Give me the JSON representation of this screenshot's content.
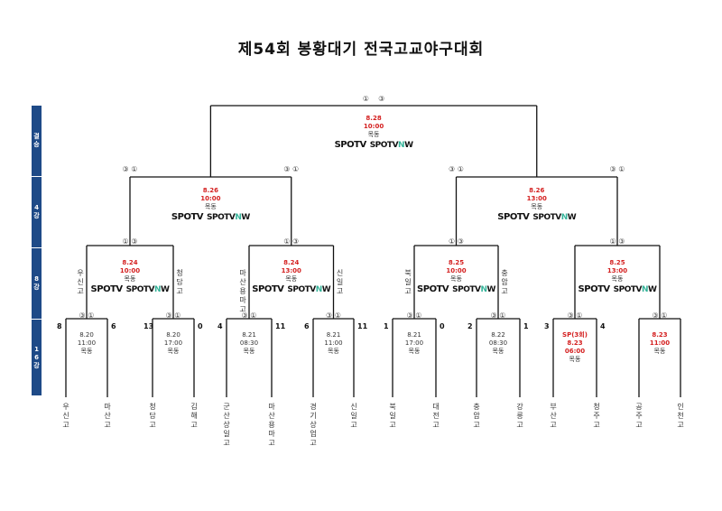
{
  "title": "제54회 봉황대기 전국고교야구대회",
  "rounds": [
    "결승",
    "4강",
    "8강",
    "16강"
  ],
  "broadcast": {
    "a": "SPOTV",
    "b1": "SPOTV",
    "b2": "N",
    "b3": "W"
  },
  "teams": [
    "우신고",
    "마산고",
    "청담고",
    "김해고",
    "군산상일고",
    "마산용마고",
    "경기상업고",
    "신일고",
    "북일고",
    "대전고",
    "충암고",
    "강릉고",
    "부산고",
    "청주고",
    "공주고",
    "인천고"
  ],
  "r16": [
    {
      "date": "8.20",
      "time": "11:00",
      "venue": "목동",
      "left": "③",
      "right": "①",
      "s1": "8",
      "s2": "6"
    },
    {
      "date": "8.20",
      "time": "17:00",
      "venue": "목동",
      "left": "③",
      "right": "①",
      "s1": "13",
      "s2": "0"
    },
    {
      "date": "8.21",
      "time": "08:30",
      "venue": "목동",
      "left": "③",
      "right": "①",
      "s1": "4",
      "s2": "11"
    },
    {
      "date": "8.21",
      "time": "11:00",
      "venue": "목동",
      "left": "③",
      "right": "①",
      "s1": "6",
      "s2": "11"
    },
    {
      "date": "8.21",
      "time": "17:00",
      "venue": "목동",
      "left": "③",
      "right": "①",
      "s1": "1",
      "s2": "0"
    },
    {
      "date": "8.22",
      "time": "08:30",
      "venue": "목동",
      "left": "③",
      "right": "①",
      "s1": "2",
      "s2": "1"
    },
    {
      "extra": "SP(3회)",
      "date": "8.23",
      "time": "06:00",
      "venue": "목동",
      "left": "③",
      "right": "①",
      "s1": "3",
      "s2": "4"
    },
    {
      "date": "8.23",
      "time": "11:00",
      "venue": "목동",
      "left": "③",
      "right": "①",
      "s1": "",
      "s2": ""
    }
  ],
  "qf": [
    {
      "date": "8.24",
      "time": "10:00",
      "venue": "목동",
      "left": "①",
      "right": "③",
      "vl": "우신고",
      "vr": "청담고"
    },
    {
      "date": "8.24",
      "time": "13:00",
      "venue": "목동",
      "left": "①",
      "right": "③",
      "vl": "마산용마고",
      "vr": "신일고"
    },
    {
      "date": "8.25",
      "time": "10:00",
      "venue": "목동",
      "left": "①",
      "right": "③",
      "vl": "북일고",
      "vr": "충암고"
    },
    {
      "date": "8.25",
      "time": "13:00",
      "venue": "목동",
      "left": "①",
      "right": "③",
      "vl": "",
      "vr": ""
    }
  ],
  "sf": [
    {
      "date": "8.26",
      "time": "10:00",
      "venue": "목동",
      "left": "③",
      "right": "①"
    },
    {
      "date": "8.26",
      "time": "13:00",
      "venue": "목동",
      "left": "③",
      "right": "①"
    }
  ],
  "final": {
    "date": "8.28",
    "time": "10:00",
    "venue": "목동",
    "left": "①",
    "right": "③"
  }
}
